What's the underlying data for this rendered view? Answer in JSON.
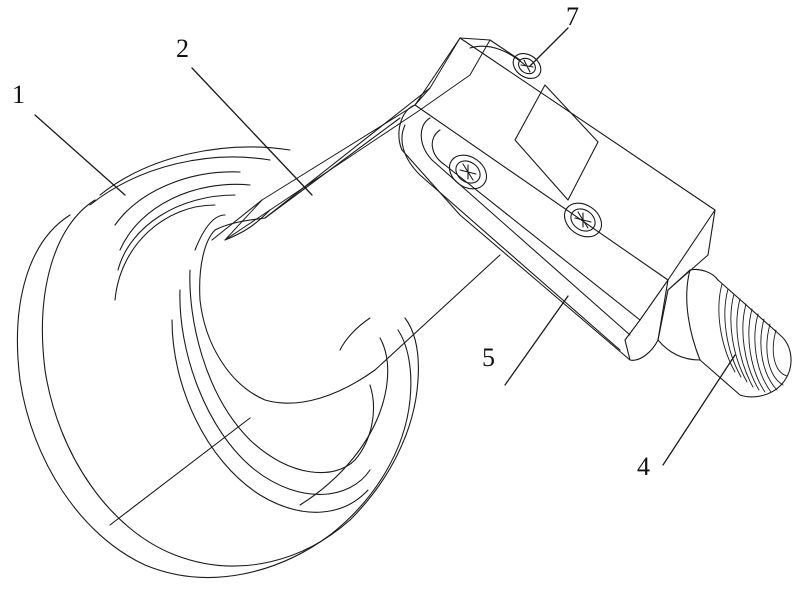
{
  "labels": {
    "part_1": "1",
    "part_2": "2",
    "part_4": "4",
    "part_5": "5",
    "part_7": "7"
  },
  "colors": {
    "line": "#1a1a1a",
    "background": "#ffffff"
  }
}
